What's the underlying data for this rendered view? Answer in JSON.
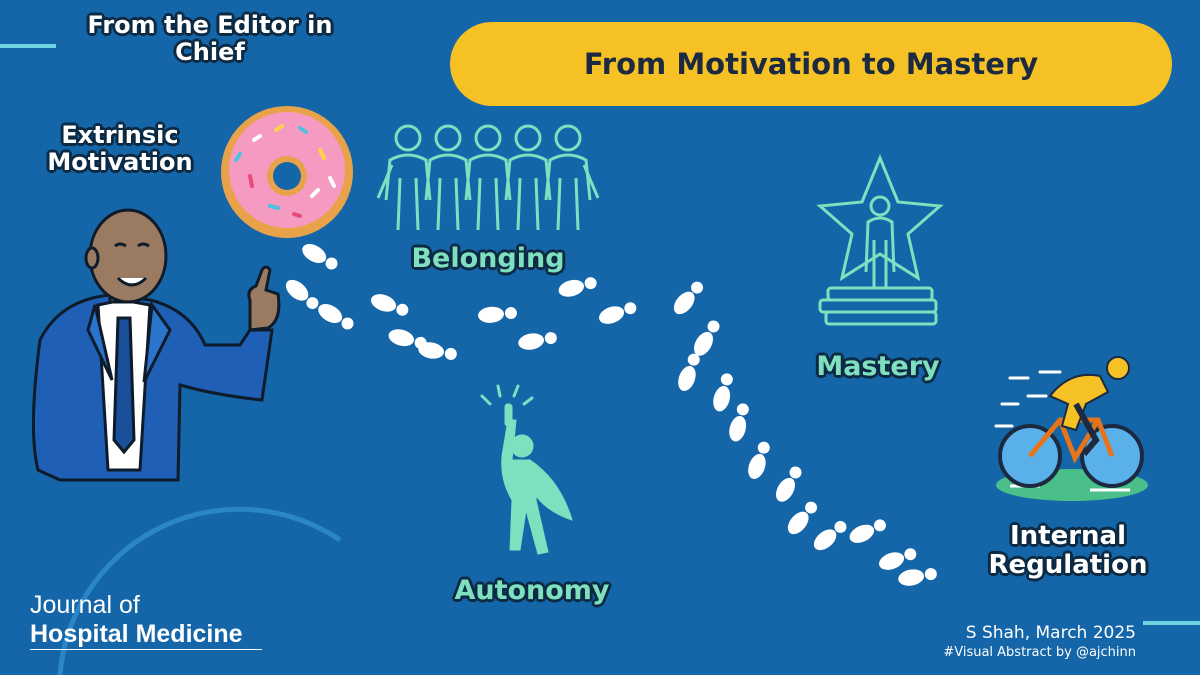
{
  "header": {
    "editor_label": "From the Editor in Chief"
  },
  "title": "From Motivation to Mastery",
  "stages": {
    "extrinsic": "Extrinsic Motivation",
    "belonging": "Belonging",
    "autonomy": "Autonomy",
    "mastery": "Mastery",
    "internal": "Internal Regulation"
  },
  "journal": {
    "line1": "Journal of",
    "line2": "Hospital Medicine"
  },
  "credit": {
    "author": "S Shah, March 2025",
    "abstract": "#Visual Abstract by @ajchinn"
  },
  "colors": {
    "background": "#1466a8",
    "title_pill": "#f5c125",
    "stage_icon": "#7fe0c0",
    "text_outline": "#0d2a44"
  },
  "icons": [
    "donut-icon",
    "people-group-icon",
    "star-trophy-icon",
    "superhero-icon",
    "cyclist-icon",
    "footprint-icon",
    "presenter-figure"
  ]
}
